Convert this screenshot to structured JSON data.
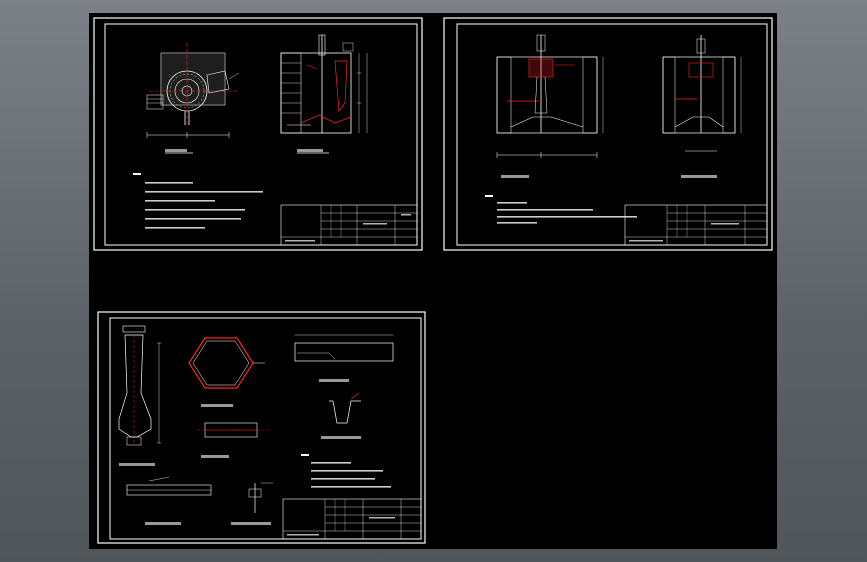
{
  "canvas": {
    "background": "#000000",
    "line_color": "#ffffff",
    "accent_color": "#ff2020",
    "annotation_color": "#ffff66"
  },
  "sheets": [
    {
      "views": [
        "plan-view",
        "section-view"
      ],
      "notes_count": 6
    },
    {
      "views": [
        "section-view-a",
        "section-view-b"
      ],
      "notes_count": 3
    },
    {
      "views": [
        "center-pipe-detail",
        "hexagon-plate-detail",
        "baffle-detail",
        "slot-detail",
        "weir-detail",
        "pipe-detail",
        "anchor-detail"
      ],
      "notes_count": 4
    }
  ]
}
